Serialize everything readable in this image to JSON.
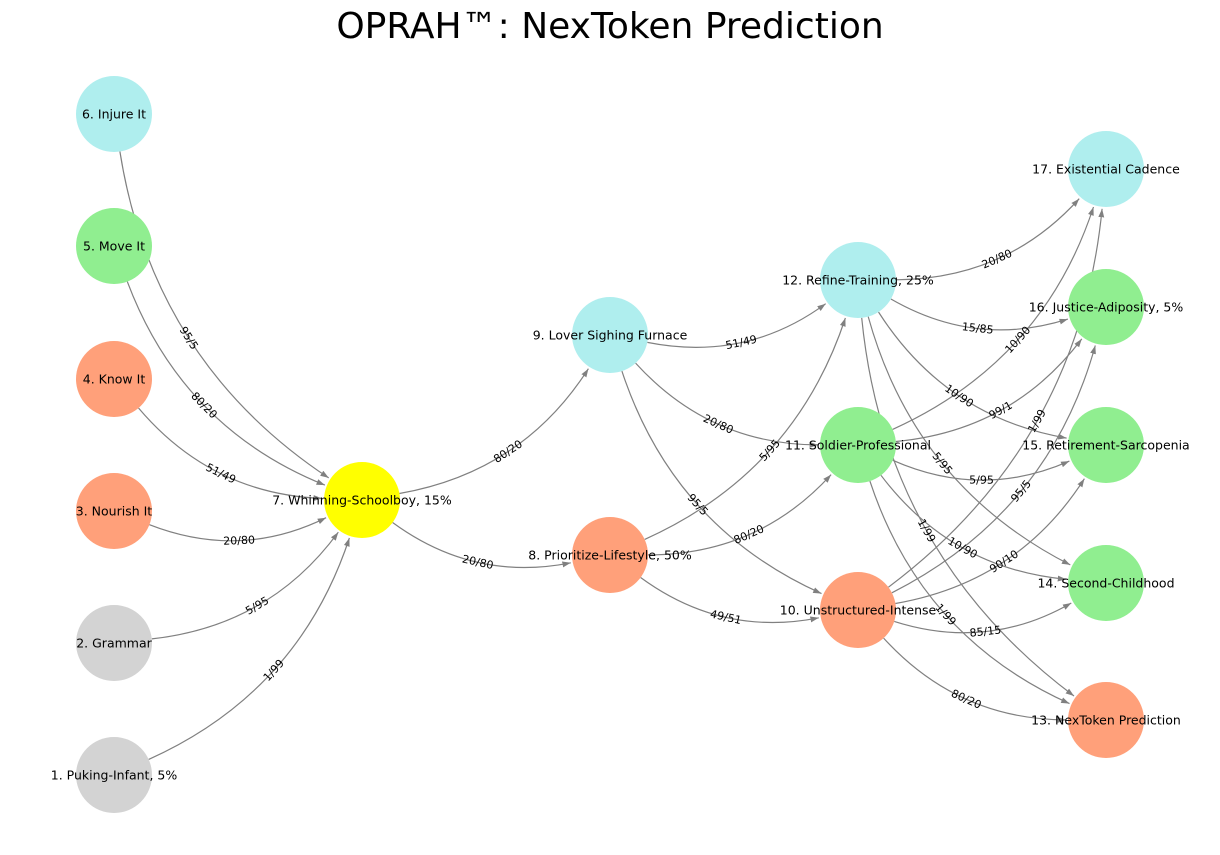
{
  "title": "OPRAH™: NexToken Prediction",
  "colors": {
    "edge": "#808080",
    "gray": "#d3d3d3",
    "salmon": "#ffa07a",
    "green": "#90ee90",
    "cyan": "#afeeee",
    "yellow": "#ffff00"
  },
  "nodes": [
    {
      "id": 1,
      "label": "1. Puking-Infant, 5%",
      "color": "gray"
    },
    {
      "id": 2,
      "label": "2. Grammar",
      "color": "gray"
    },
    {
      "id": 3,
      "label": "3. Nourish It",
      "color": "salmon"
    },
    {
      "id": 4,
      "label": "4. Know It",
      "color": "salmon"
    },
    {
      "id": 5,
      "label": "5. Move It",
      "color": "green"
    },
    {
      "id": 6,
      "label": "6. Injure It",
      "color": "cyan"
    },
    {
      "id": 7,
      "label": "7. Whinning-Schoolboy, 15%",
      "color": "yellow"
    },
    {
      "id": 8,
      "label": "8. Prioritize-Lifestyle, 50%",
      "color": "salmon"
    },
    {
      "id": 9,
      "label": "9. Lover Sighing Furnace",
      "color": "cyan"
    },
    {
      "id": 10,
      "label": "10. Unstructured-Intense",
      "color": "salmon"
    },
    {
      "id": 11,
      "label": "11. Soldier-Professional",
      "color": "green"
    },
    {
      "id": 12,
      "label": "12. Refine-Training, 25%",
      "color": "cyan"
    },
    {
      "id": 13,
      "label": "13. NexToken Prediction",
      "color": "salmon"
    },
    {
      "id": 14,
      "label": "14. Second-Childhood",
      "color": "green"
    },
    {
      "id": 15,
      "label": "15. Retirement-Sarcopenia",
      "color": "green"
    },
    {
      "id": 16,
      "label": "16. Justice-Adiposity, 5%",
      "color": "green"
    },
    {
      "id": 17,
      "label": "17. Existential Cadence",
      "color": "cyan"
    }
  ],
  "edges": [
    {
      "from": 1,
      "to": 7,
      "label": "1/99"
    },
    {
      "from": 2,
      "to": 7,
      "label": "5/95"
    },
    {
      "from": 3,
      "to": 7,
      "label": "20/80"
    },
    {
      "from": 4,
      "to": 7,
      "label": "51/49"
    },
    {
      "from": 5,
      "to": 7,
      "label": "80/20"
    },
    {
      "from": 6,
      "to": 7,
      "label": "95/5"
    },
    {
      "from": 7,
      "to": 8,
      "label": "20/80"
    },
    {
      "from": 7,
      "to": 9,
      "label": "80/20"
    },
    {
      "from": 8,
      "to": 10,
      "label": "49/51"
    },
    {
      "from": 8,
      "to": 11,
      "label": "80/20"
    },
    {
      "from": 8,
      "to": 12,
      "label": "5/95"
    },
    {
      "from": 9,
      "to": 10,
      "label": "95/5"
    },
    {
      "from": 9,
      "to": 11,
      "label": "20/80"
    },
    {
      "from": 9,
      "to": 12,
      "label": "51/49"
    },
    {
      "from": 10,
      "to": 13,
      "label": "80/20"
    },
    {
      "from": 10,
      "to": 14,
      "label": "85/15"
    },
    {
      "from": 10,
      "to": 15,
      "label": "90/10"
    },
    {
      "from": 10,
      "to": 16,
      "label": "95/5"
    },
    {
      "from": 10,
      "to": 17,
      "label": "1/99"
    },
    {
      "from": 11,
      "to": 13,
      "label": "1/99"
    },
    {
      "from": 11,
      "to": 14,
      "label": "10/90"
    },
    {
      "from": 11,
      "to": 15,
      "label": "5/95"
    },
    {
      "from": 11,
      "to": 16,
      "label": "99/1"
    },
    {
      "from": 11,
      "to": 17,
      "label": "10/90"
    },
    {
      "from": 12,
      "to": 13,
      "label": "1/99"
    },
    {
      "from": 12,
      "to": 14,
      "label": "5/95"
    },
    {
      "from": 12,
      "to": 15,
      "label": "10/90"
    },
    {
      "from": 12,
      "to": 16,
      "label": "15/85"
    },
    {
      "from": 12,
      "to": 17,
      "label": "20/80"
    }
  ]
}
